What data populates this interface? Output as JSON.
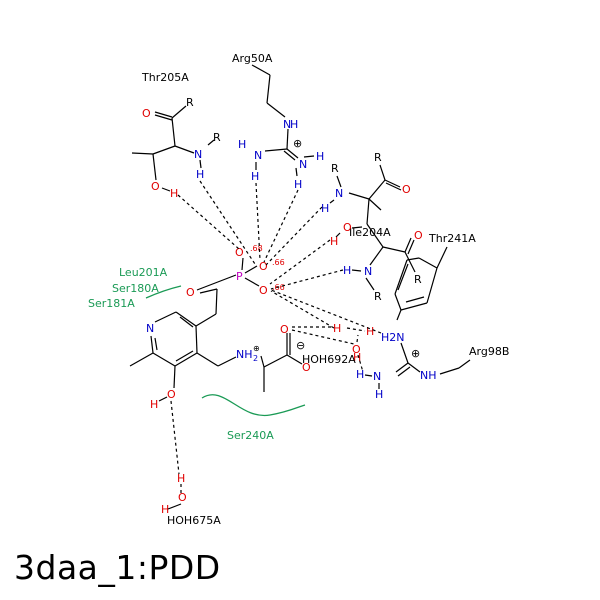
{
  "title": "3daa_1:PDD",
  "colors": {
    "oxygen": "#e00000",
    "nitrogen": "#0000c8",
    "phosphorus": "#c000c0",
    "hydrophobic_arc": "#1a9a55",
    "bond": "#000000"
  },
  "residues": {
    "thr205": "Thr205A",
    "arg50": "Arg50A",
    "ile204": "Ile204A",
    "thr241": "Thr241A",
    "leu201": "Leu201A",
    "ser180": "Ser180A",
    "ser181": "Ser181A",
    "ser240": "Ser240A",
    "arg98": "Arg98B",
    "hoh692": "HOH692A",
    "hoh675": "HOH675A"
  },
  "atoms": {
    "O": "O",
    "N": "N",
    "H": "H",
    "P": "P",
    "R": "R",
    "NH": "NH",
    "NH2": "NH2",
    "H2N": "H2N",
    "plus": "⊕",
    "minus": "⊖",
    "charge_66": ".66",
    "charge_68": ".68"
  }
}
